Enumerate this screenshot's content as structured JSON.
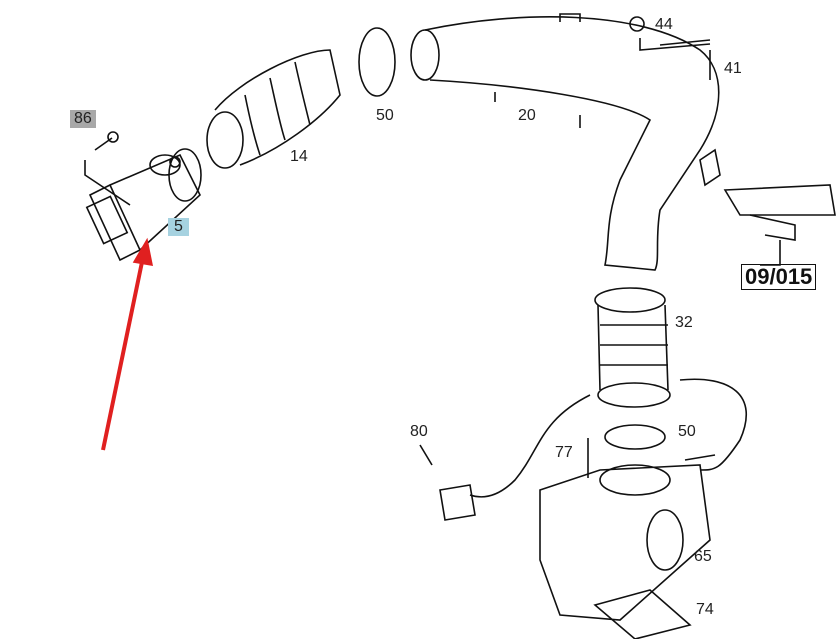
{
  "labels": {
    "p86": "86",
    "p5": "5",
    "p14": "14",
    "p50a": "50",
    "p20": "20",
    "p44": "44",
    "p41": "41",
    "ref": "09/015",
    "p32": "32",
    "p50b": "50",
    "p80": "80",
    "p77": "77",
    "p65": "65",
    "p74": "74"
  },
  "colors": {
    "arrow": "#e02020",
    "highlight_gray": "#a8a8a8",
    "highlight_blue": "#a6d2e0"
  }
}
